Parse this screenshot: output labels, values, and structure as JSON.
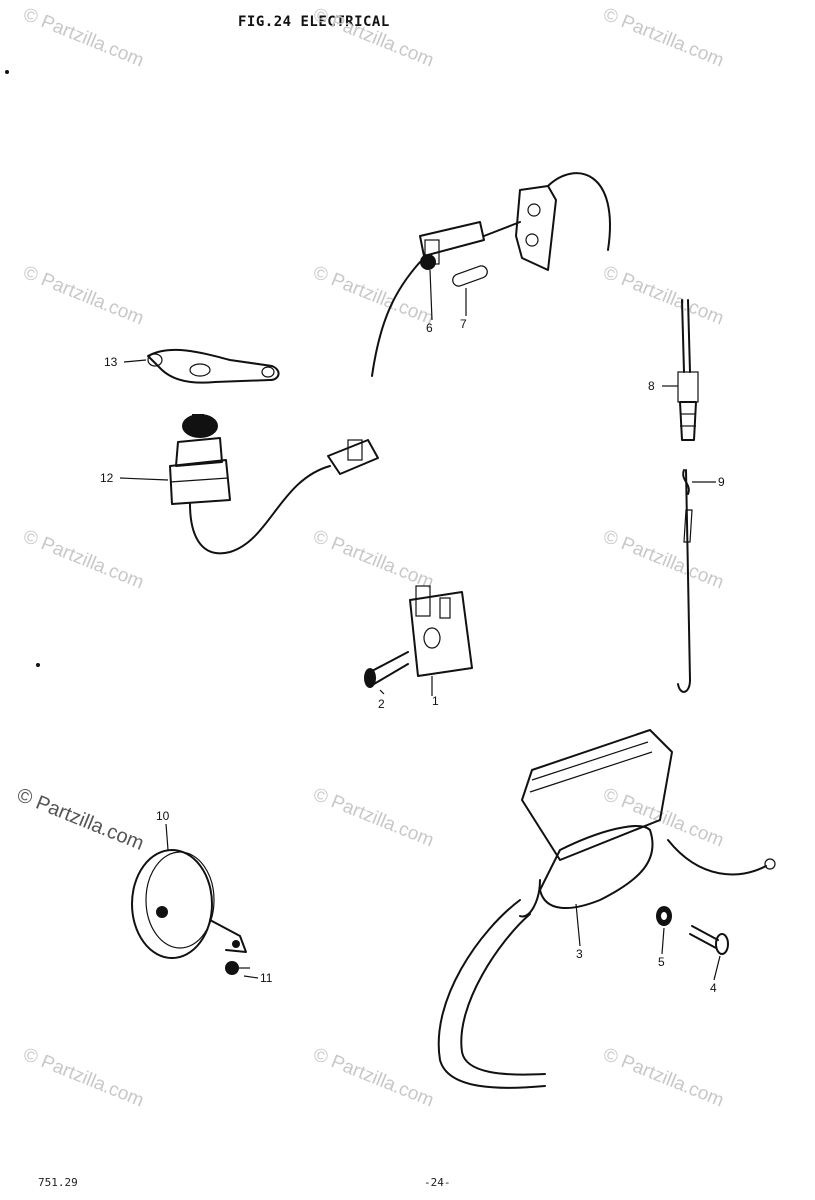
{
  "title": "FIG.24  ELECTRICAL",
  "watermark": "© Partzilla.com",
  "footer_left": "751.29",
  "footer_center": "-24-",
  "callouts": {
    "c1": "1",
    "c2": "2",
    "c3": "3",
    "c4": "4",
    "c5": "5",
    "c6": "6",
    "c7": "7",
    "c8": "8",
    "c9": "9",
    "c10": "10",
    "c11": "11",
    "c12": "12",
    "c13": "13"
  }
}
